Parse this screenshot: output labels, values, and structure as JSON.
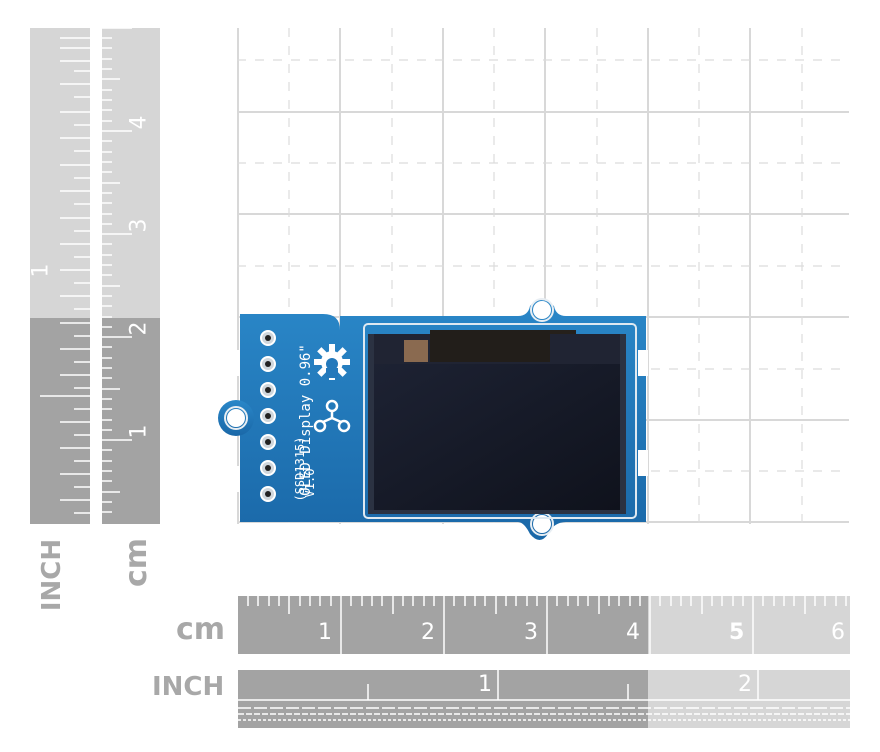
{
  "vertical_ruler": {
    "cm_label": "cm",
    "inch_label": "INCH",
    "cm_numbers": [
      "1",
      "2",
      "3",
      "4"
    ],
    "inch_numbers": [
      "1"
    ]
  },
  "horizontal_ruler": {
    "cm_label": "cm",
    "inch_label": "INCH",
    "cm_numbers": [
      "1",
      "2",
      "3",
      "4",
      "5",
      "6"
    ],
    "inch_numbers": [
      "1",
      "2"
    ]
  },
  "board": {
    "line1": "OLED Display 0.96\"",
    "line2": "(SSD1315)",
    "line3": "V1.0"
  },
  "colors": {
    "pcb": "#1f77b4",
    "ruler_dark": "#a3a3a3",
    "ruler_light": "#d6d6d6",
    "grid": "#d9d9d9",
    "screen": "#141825"
  },
  "icons": [
    "gear-icon",
    "share-icon"
  ]
}
